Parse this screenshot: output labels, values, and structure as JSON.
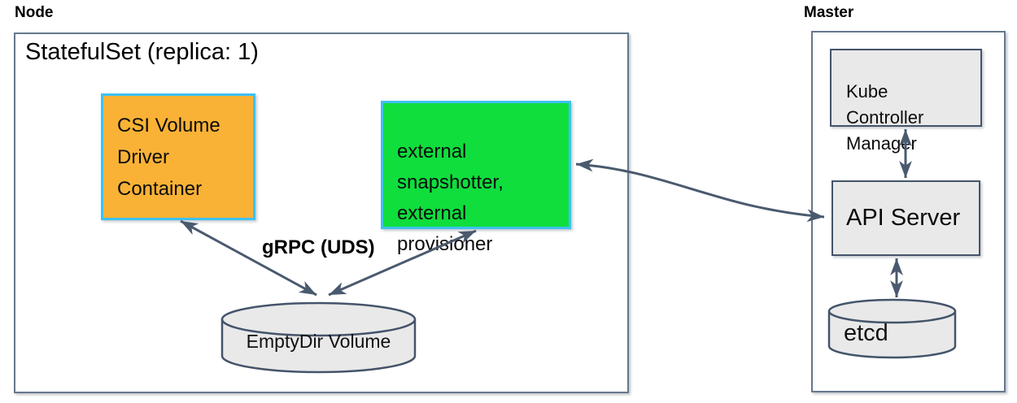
{
  "node": {
    "label": "Node",
    "statefulset_label": "StatefulSet (replica: 1)",
    "csi_driver_label": "CSI Volume\nDriver\nContainer",
    "sidecars_label": "external\nsnapshotter,\nexternal\nprovisioner",
    "grpc_label": "gRPC (UDS)",
    "emptydir_label": "EmptyDir Volume"
  },
  "master": {
    "label": "Master",
    "kube_controller_manager_label": "Kube\nController\nManager",
    "api_server_label": "API Server",
    "etcd_label": "etcd"
  },
  "colors": {
    "csi_driver_fill": "#F9B236",
    "sidecar_fill": "#0FDE3D",
    "highlight_border": "#3EC1F2",
    "gray_fill": "#E9E9E9",
    "line_slate": "#4A5A6E",
    "dark_border": "#44546A"
  }
}
